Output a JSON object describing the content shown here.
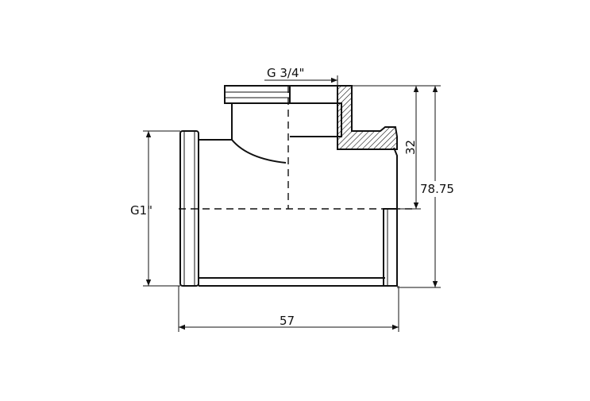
{
  "drawing": {
    "labels": {
      "thread_top": "G 3/4\"",
      "thread_side": "G1\"",
      "width": "57",
      "height_total": "78.75",
      "height_branch": "32"
    },
    "colors": {
      "line": "#111111",
      "hatch": "#111111",
      "background": "#ffffff"
    }
  }
}
